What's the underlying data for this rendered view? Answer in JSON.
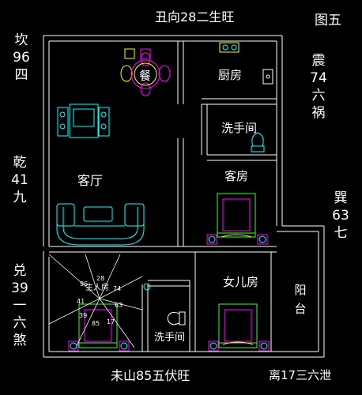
{
  "header": {
    "top_label": "丑向28二生旺",
    "figure_label": "图五"
  },
  "footer": {
    "bottom_label": "未山85五伏旺",
    "bottom_right_label": "离17三六泄"
  },
  "sides": {
    "kan": [
      "坎",
      "96",
      "四"
    ],
    "qian": [
      "乾",
      "41",
      "九"
    ],
    "dui": [
      "兑",
      "39",
      "一",
      "六",
      "煞"
    ],
    "zhen": [
      "震",
      "74",
      "六",
      "祸"
    ],
    "xun": [
      "巽",
      "63",
      "七"
    ]
  },
  "rooms": {
    "dining": "餐",
    "kitchen": "厨房",
    "bathroom_upper": "洗手间",
    "living": "客厅",
    "guest_room": "客房",
    "daughter_room": "女儿房",
    "master_room": "主人房",
    "bathroom_lower": "洗手间",
    "balcony": [
      "阳",
      "台"
    ]
  },
  "compass_numbers": [
    "28",
    "74",
    "63",
    "17",
    "85",
    "39",
    "41",
    "96"
  ],
  "colors": {
    "wall": "#ffffff",
    "furniture_magenta": "#ff00ff",
    "furniture_cyan": "#00ffff",
    "furniture_yellow": "#ffff00",
    "bed_green": "#33ff33",
    "compass_line": "#ffffff"
  }
}
